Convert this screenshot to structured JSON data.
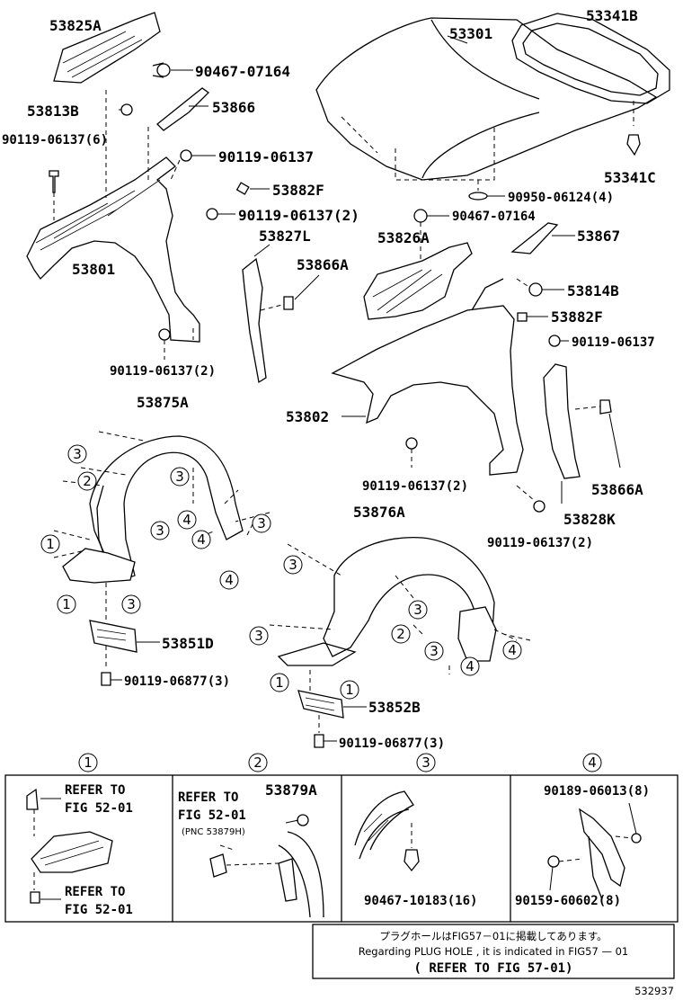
{
  "labels": {
    "p53825A": "53825A",
    "p90467_07164_a": "90467-07164",
    "p53813B": "53813B",
    "p53866": "53866",
    "p90119_06137_6": "90119-06137(6)",
    "p90119_06137_a": "90119-06137",
    "p53882F_a": "53882F",
    "p90119_06137_2a": "90119-06137(2)",
    "p53801": "53801",
    "p53827L": "53827L",
    "p53866A_a": "53866A",
    "p90119_06137_2b": "90119-06137(2)",
    "p53301": "53301",
    "p53341B": "53341B",
    "p53341C": "53341C",
    "p90950_06124": "90950-06124(4)",
    "p90467_07164_b": "90467-07164",
    "p53826A": "53826A",
    "p53867": "53867",
    "p53814B": "53814B",
    "p53882F_b": "53882F",
    "p90119_06137_b": "90119-06137",
    "p53802": "53802",
    "p90119_06137_2c": "90119-06137(2)",
    "p53866A_b": "53866A",
    "p53828K": "53828K",
    "p90119_06137_2d": "90119-06137(2)",
    "p53875A": "53875A",
    "p53851D": "53851D",
    "p90119_06877_a": "90119-06877(3)",
    "p53876A": "53876A",
    "p53852B": "53852B",
    "p90119_06877_b": "90119-06877(3)"
  },
  "callouts": {
    "c1": "1",
    "c2": "2",
    "c3": "3",
    "c4": "4"
  },
  "detail_boxes": {
    "box1": {
      "refer_a_1": "REFER TO",
      "refer_a_2": "FIG 52-01",
      "refer_b_1": "REFER TO",
      "refer_b_2": "FIG 52-01"
    },
    "box2": {
      "refer_1": "REFER TO",
      "refer_2": "FIG 52-01",
      "pnc": "(PNC 53879H)",
      "part": "53879A"
    },
    "box3": {
      "part": "90467-10183(16)"
    },
    "box4": {
      "part_a": "90189-06013(8)",
      "part_b": "90159-60602(8)"
    }
  },
  "notice": {
    "line_jp": "プラグホールはFIG57－01に掲載してあります。",
    "line_en": "Regarding PLUG HOLE , it is indicated in FIG57 — 01",
    "line_ref": "( REFER TO FIG 57-01)"
  },
  "figure_id": "532937"
}
